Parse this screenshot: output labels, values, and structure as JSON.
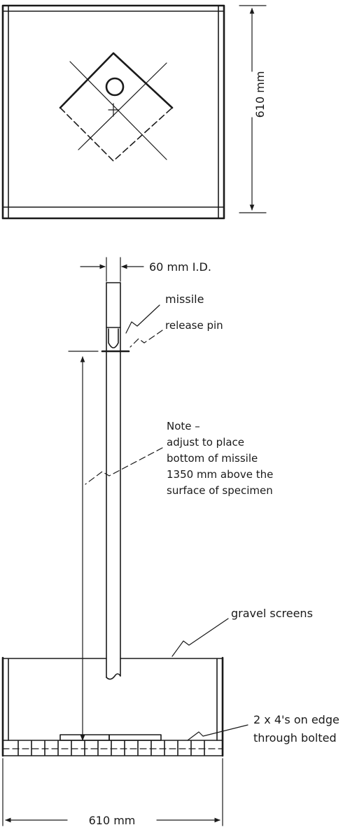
{
  "labels": {
    "top_height_dim": "610 mm",
    "tube_diameter": "60 mm I.D.",
    "missile": "missile",
    "release_pin": "release pin",
    "note_lines": [
      "Note –",
      "adjust to place",
      "bottom of missile",
      "1350 mm above the",
      "surface of specimen"
    ],
    "gravel_screens": "gravel screens",
    "timbers_lines": [
      "2 x 4's on edge",
      "through bolted"
    ],
    "bottom_width_dim": "610 mm"
  },
  "colors": {
    "ink": "#1a1a1a",
    "paper": "#ffffff"
  }
}
